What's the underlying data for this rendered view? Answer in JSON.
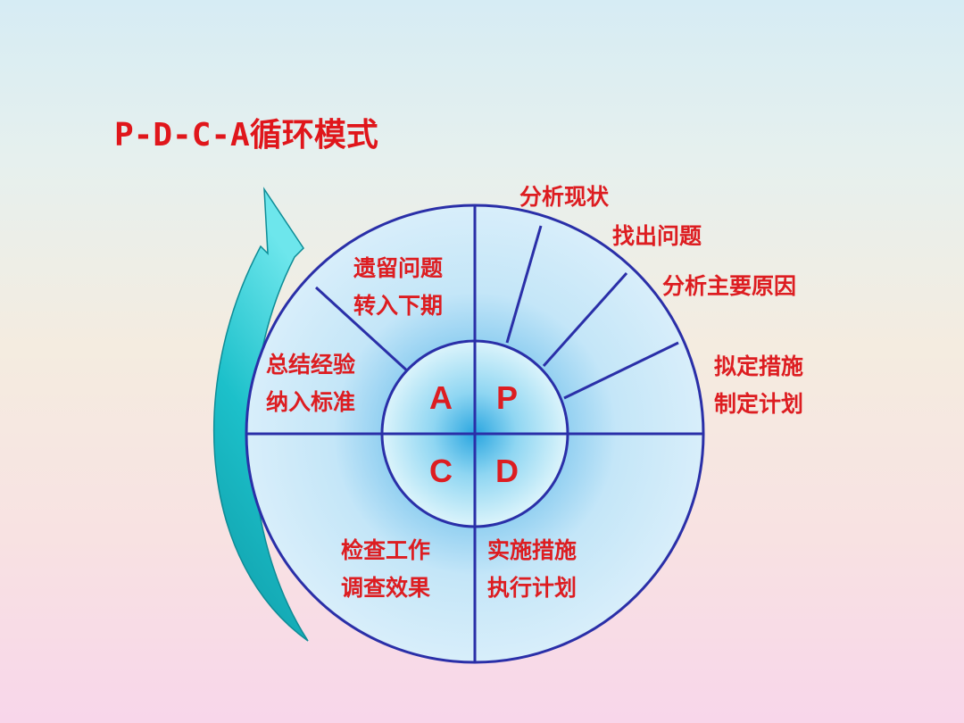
{
  "title": "P-D-C-A循环模式",
  "quadrants": {
    "A": "A",
    "P": "P",
    "C": "C",
    "D": "D"
  },
  "plan_steps": [
    "分析现状",
    "找出问题",
    "分析主要原因",
    "拟定措施",
    "制定计划"
  ],
  "act": {
    "carry_over": [
      "遗留问题",
      "转入下期"
    ],
    "standardize": [
      "总结经验",
      "纳入标准"
    ]
  },
  "check": [
    "检查工作",
    "调查效果"
  ],
  "do": [
    "实施措施",
    "执行计划"
  ],
  "colors": {
    "text": "#dd1d21",
    "lines": "#2a2fa8",
    "arrow": "#22c8d2"
  }
}
